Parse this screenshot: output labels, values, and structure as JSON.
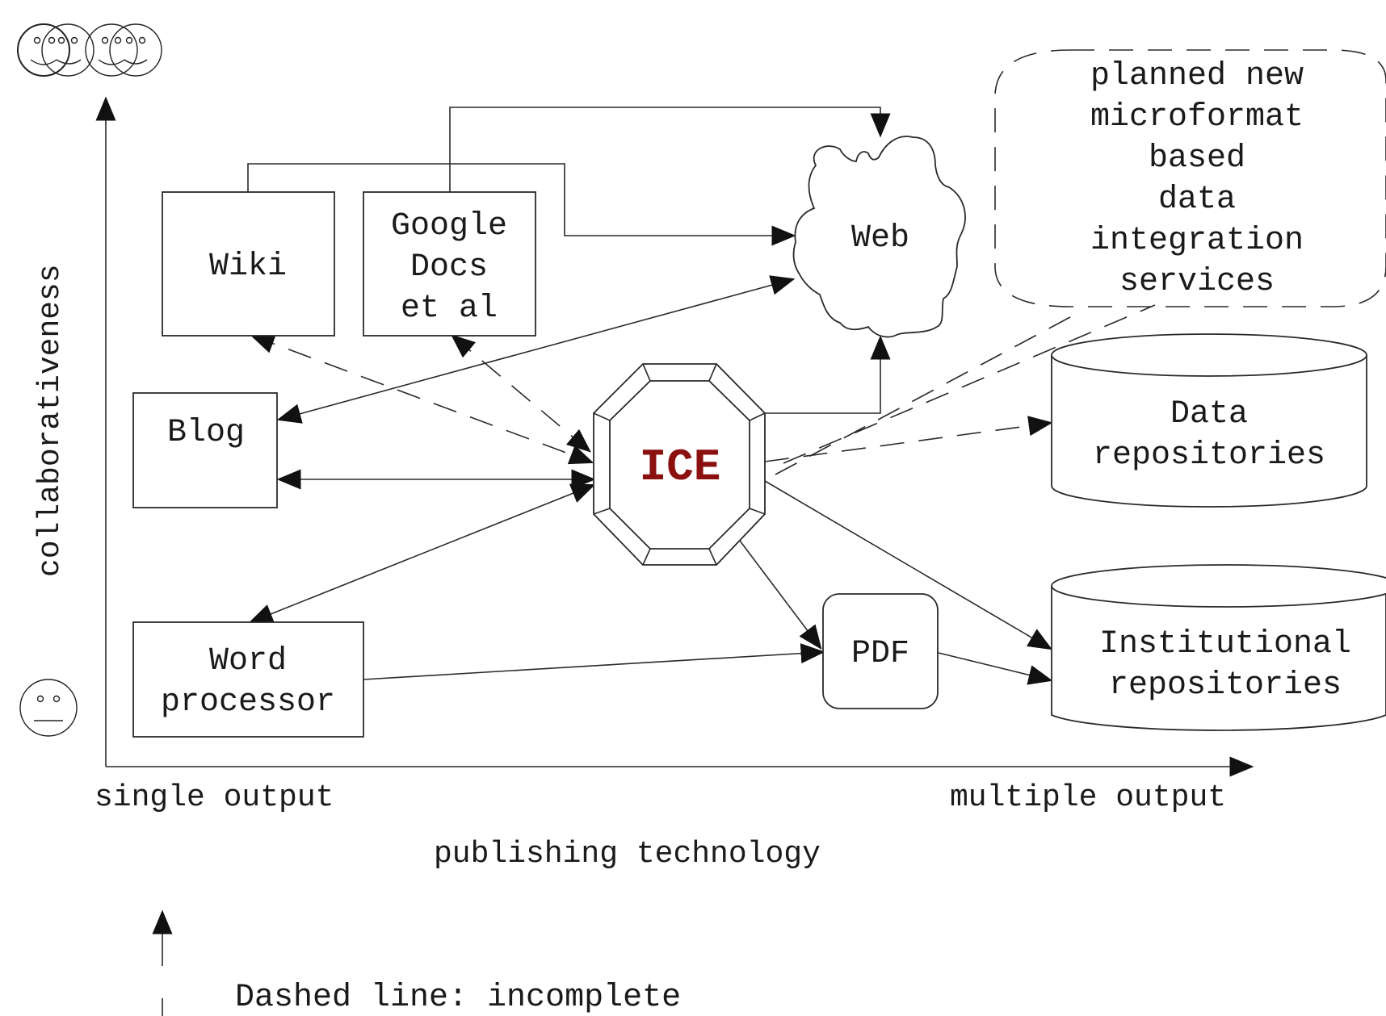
{
  "nodes": {
    "wiki": "Wiki",
    "google_docs": [
      "Google",
      "Docs",
      "et al"
    ],
    "blog": "Blog",
    "web": "Web",
    "ice": "ICE",
    "word_processor": [
      "Word",
      "processor"
    ],
    "pdf": "PDF",
    "data_repositories": [
      "Data",
      "repositories"
    ],
    "institutional_repositories": [
      "Institutional",
      "repositories"
    ],
    "planned_services": [
      "planned new",
      "microformat",
      "based",
      "data",
      "integration",
      "services"
    ]
  },
  "axes": {
    "y_label": "collaborativeness",
    "x_left": "single output",
    "x_right": "multiple output",
    "x_title": "publishing technology"
  },
  "legend": {
    "dashed_line": "Dashed line: incomplete"
  },
  "colors": {
    "ice_text": "#8b1010",
    "line": "#2a2a2a"
  },
  "icons": [
    "group-faces-icon",
    "neutral-face-icon"
  ]
}
